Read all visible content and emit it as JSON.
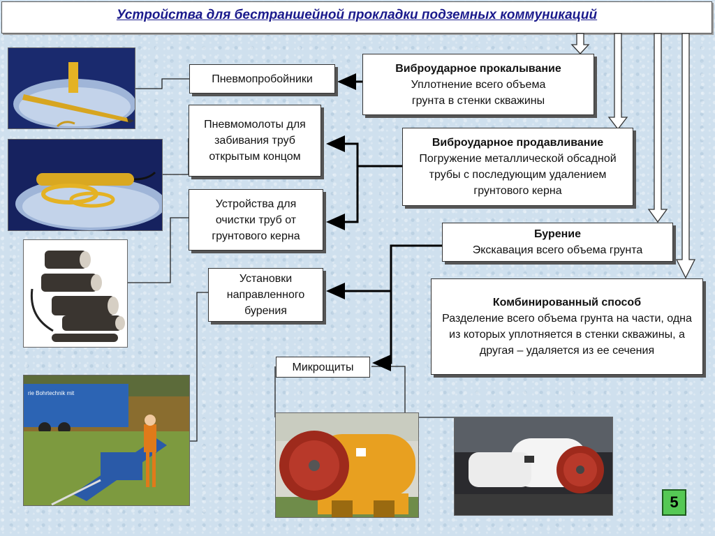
{
  "title": "Устройства для бестраншейной прокладки подземных коммуникаций",
  "methods": {
    "vibro_pierce": {
      "title": "Виброударное прокалывание",
      "text": "Уплотнение всего объема грунта в стенки скважины"
    },
    "vibro_push": {
      "title": "Виброударное продавливание",
      "text": "Погружение металлической обсадной трубы с последующим удалением грунтового керна"
    },
    "drilling": {
      "title": "Бурение",
      "text": "Экскавация всего объема грунта"
    },
    "combined": {
      "title": "Комбинированный способ",
      "text": "Разделение всего объема грунта на части, одна из которых уплотняется в стенки скважины, а другая – удаляется из ее сечения"
    }
  },
  "devices": {
    "pneumo_piercers": "Пневмопробойники",
    "pneumo_hammers": "Пневмомолоты для забивания труб открытым концом",
    "pipe_cleaners": "Устройства для очистки труб от грунтового керна",
    "directional_drilling": "Установки направленного бурения",
    "microshields": "Микрощиты"
  },
  "slide_number": "5",
  "colors": {
    "title_text": "#1a1a8c",
    "badge": "#55c855"
  }
}
